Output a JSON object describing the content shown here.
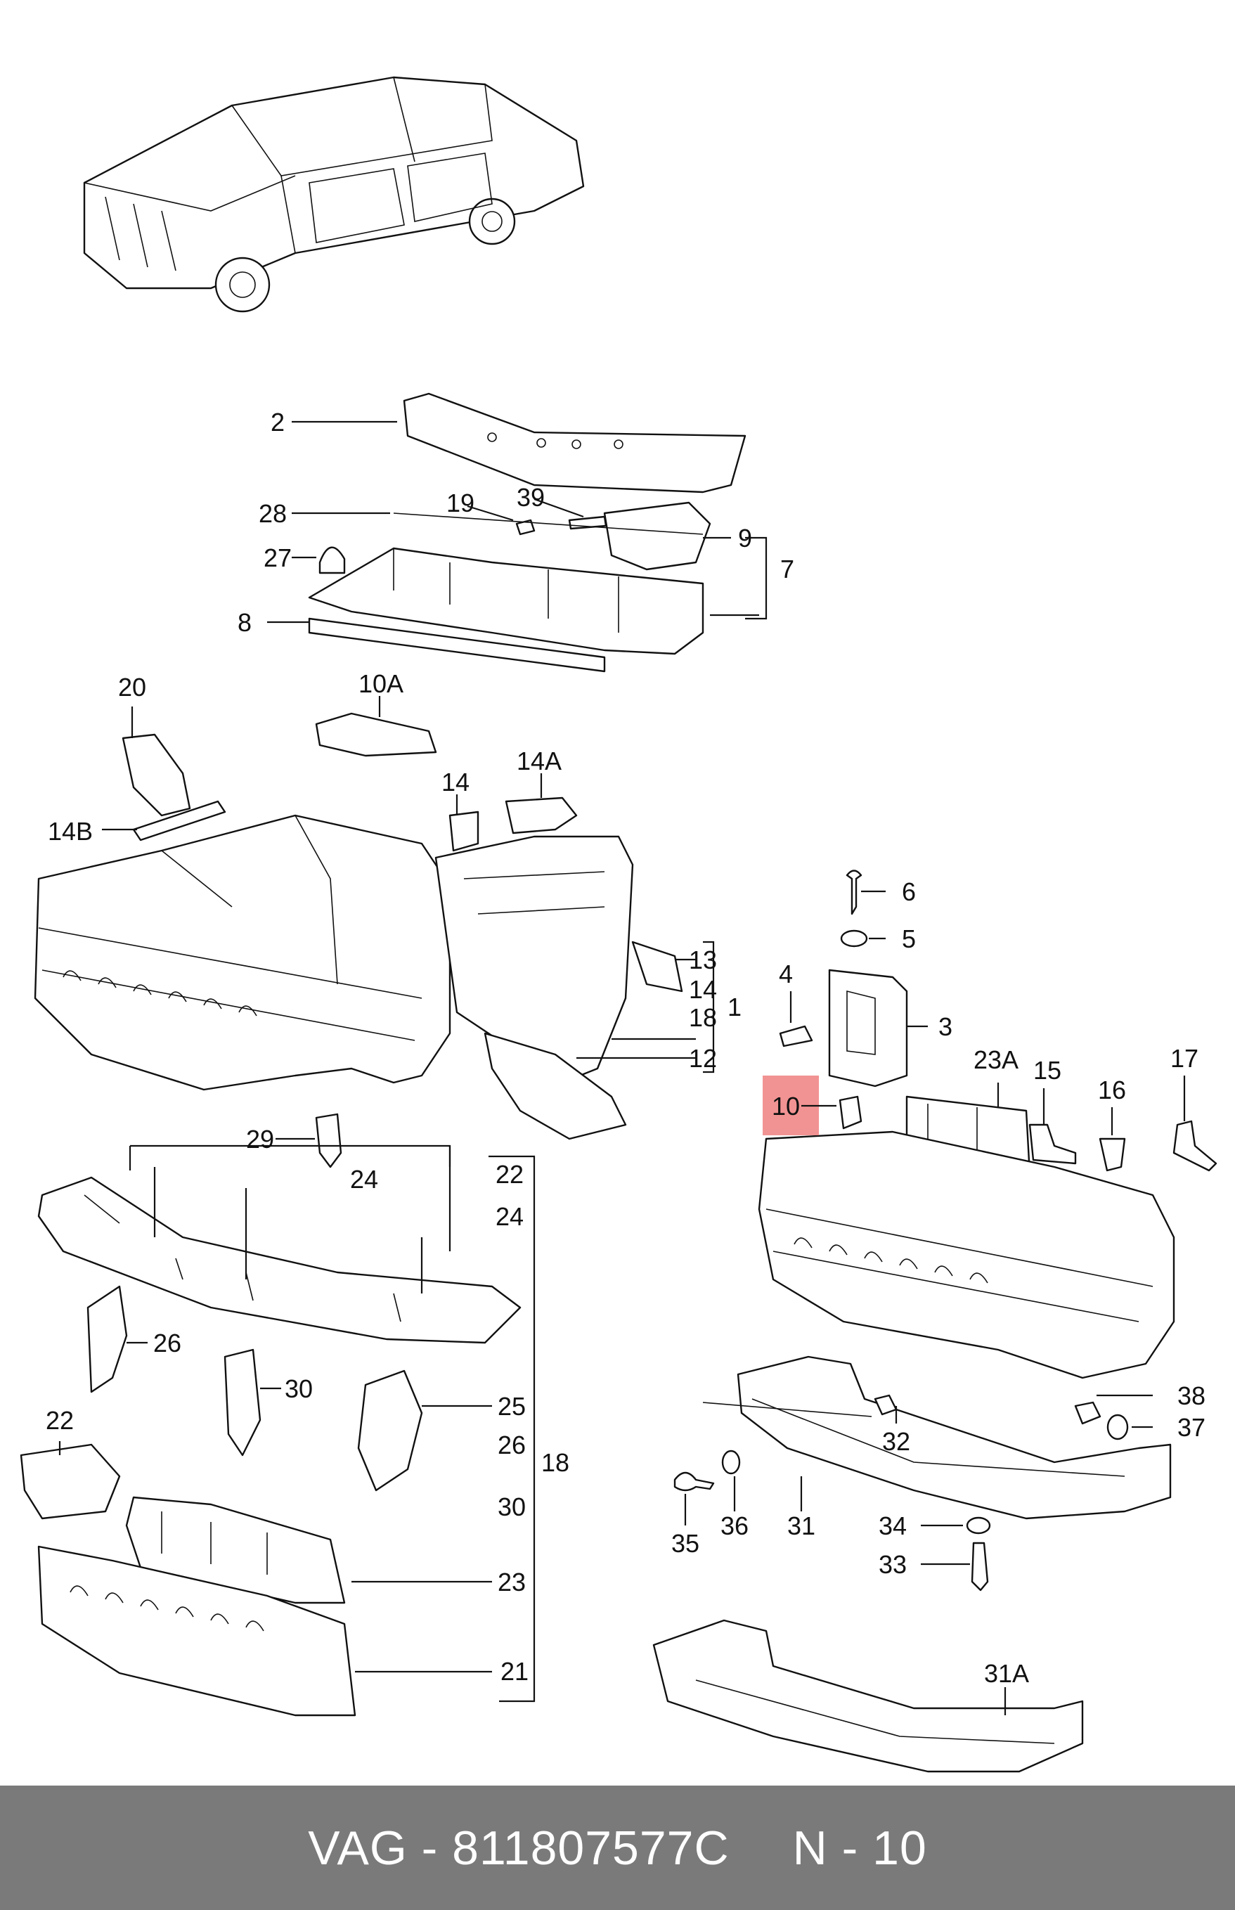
{
  "footer": {
    "brand_part": "VAG - 811807577C",
    "page": "N - 10"
  },
  "highlight": {
    "label": "10",
    "color": "#f08080"
  },
  "callouts": {
    "c2": "2",
    "c28": "28",
    "c19": "19",
    "c39": "39",
    "c27": "27",
    "c8": "8",
    "c9": "9",
    "c7": "7",
    "c20": "20",
    "c10A": "10A",
    "c14": "14",
    "c14A": "14A",
    "c14B": "14B",
    "c13": "13",
    "c14b": "14",
    "c18a": "18",
    "c1": "1",
    "c12": "12",
    "c29": "29",
    "c24": "24",
    "c22a": "22",
    "c24b": "24",
    "c26": "26",
    "c30": "30",
    "c25": "25",
    "c26b": "26",
    "c18b": "18",
    "c30b": "30",
    "c22b": "22",
    "c23": "23",
    "c21": "21",
    "c6": "6",
    "c5": "5",
    "c4": "4",
    "c3": "3",
    "c23A": "23A",
    "c15": "15",
    "c16": "16",
    "c17": "17",
    "c38": "38",
    "c37": "37",
    "c32": "32",
    "c35": "35",
    "c36": "36",
    "c31": "31",
    "c34": "34",
    "c33": "33",
    "c31A": "31A"
  }
}
